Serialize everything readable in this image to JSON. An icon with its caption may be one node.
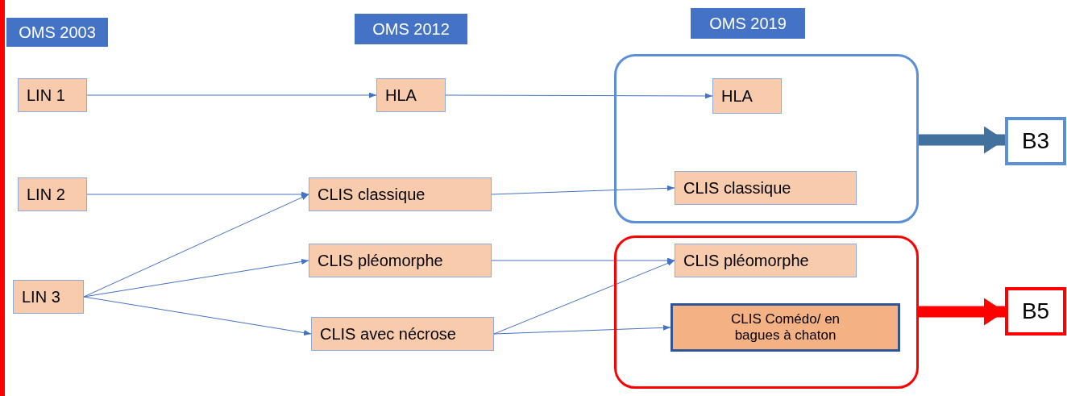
{
  "diagram": {
    "nodes": [
      {
        "text": [
          "OMS 2003"
        ]
      },
      {
        "text": [
          "OMS 2012"
        ]
      },
      {
        "text": [
          "OMS 2019"
        ]
      },
      {
        "text": [
          "LIN 1"
        ]
      },
      {
        "text": [
          "LIN 2"
        ]
      },
      {
        "text": [
          "LIN 3"
        ]
      },
      {
        "text": [
          "HLA"
        ]
      },
      {
        "text": [
          "CLIS classique"
        ]
      },
      {
        "text": [
          "CLIS pléomorphe"
        ]
      },
      {
        "text": [
          "CLIS avec nécrose"
        ]
      },
      {
        "text": [],
        "shape": "box"
      },
      {
        "text": [
          "HLA"
        ],
        "in": 10
      },
      {
        "text": [
          "CLIS classique"
        ],
        "in": 10
      },
      {
        "text": [],
        "shape": "box"
      },
      {
        "text": [
          "CLIS pléomorphe"
        ],
        "in": 13
      },
      {
        "text": [
          "CLIS Comédo/ en bagues à chaton"
        ],
        "in": 13
      },
      {
        "text": [
          "B3"
        ]
      },
      {
        "text": [
          "B5"
        ]
      }
    ],
    "edges": [
      {
        "from": 3,
        "to": 6,
        "arrow": "to"
      },
      {
        "from": 6,
        "to": 11,
        "arrow": "to"
      },
      {
        "from": 4,
        "to": 7,
        "arrow": "to"
      },
      {
        "from": 5,
        "to": 7,
        "arrow": "to"
      },
      {
        "from": 5,
        "to": 8,
        "arrow": "to"
      },
      {
        "from": 5,
        "to": 9,
        "arrow": "to"
      },
      {
        "from": 7,
        "to": 12,
        "arrow": "to"
      },
      {
        "from": 8,
        "to": 14,
        "arrow": "to"
      },
      {
        "from": 9,
        "to": 14,
        "arrow": "to"
      },
      {
        "from": 9,
        "to": 15,
        "arrow": "to"
      },
      {
        "from": 10,
        "to": 16,
        "arrow": "to",
        "style": "thick",
        "color": "#41719c"
      },
      {
        "from": 13,
        "to": 17,
        "arrow": "to",
        "style": "thick",
        "color": "#ff0000"
      }
    ]
  }
}
